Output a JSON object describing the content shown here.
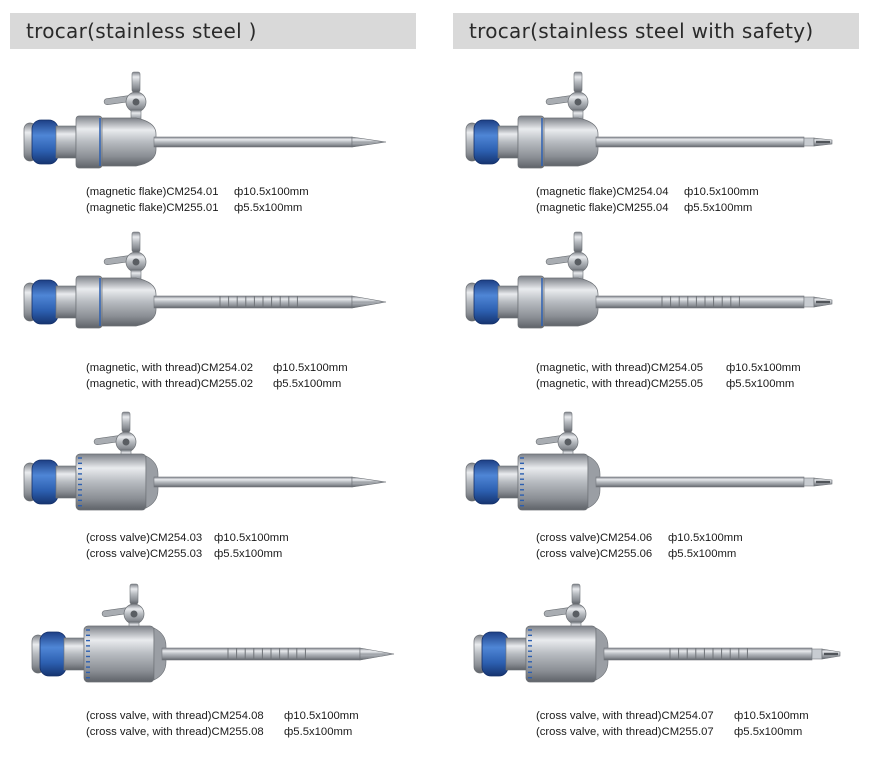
{
  "headers": {
    "left": "trocar(stainless steel )",
    "right": "trocar(stainless steel with safety)"
  },
  "colors": {
    "header_bg": "#d9d9d9",
    "seal_blue": "#2c5fb0",
    "steel": "#b8bcc1"
  },
  "left": [
    {
      "line1_name": "(magnetic flake)CM254.01",
      "line1_spec": "ф10.5x100mm",
      "line2_name": "(magnetic flake)CM255.01",
      "line2_spec": "ф5.5x100mm"
    },
    {
      "line1_name": "(magnetic, with thread)CM254.02",
      "line1_spec": "ф10.5x100mm",
      "line2_name": "(magnetic, with thread)CM255.02",
      "line2_spec": "ф5.5x100mm"
    },
    {
      "line1_name": "(cross valve)CM254.03",
      "line1_spec": "ф10.5x100mm",
      "line2_name": "(cross valve)CM255.03",
      "line2_spec": "ф5.5x100mm"
    },
    {
      "line1_name": "(cross valve, with thread)CM254.08",
      "line1_spec": "ф10.5x100mm",
      "line2_name": "(cross valve, with thread)CM255.08",
      "line2_spec": "ф5.5x100mm"
    }
  ],
  "right": [
    {
      "line1_name": "(magnetic flake)CM254.04",
      "line1_spec": "ф10.5x100mm",
      "line2_name": "(magnetic flake)CM255.04",
      "line2_spec": "ф5.5x100mm"
    },
    {
      "line1_name": "(magnetic, with thread)CM254.05",
      "line1_spec": "ф10.5x100mm",
      "line2_name": "(magnetic, with thread)CM255.05",
      "line2_spec": "ф5.5x100mm"
    },
    {
      "line1_name": "(cross valve)CM254.06",
      "line1_spec": "ф10.5x100mm",
      "line2_name": "(cross valve)CM255.06",
      "line2_spec": "ф5.5x100mm"
    },
    {
      "line1_name": "(cross valve, with thread)CM254.07",
      "line1_spec": "ф10.5x100mm",
      "line2_name": "(cross valve, with thread)CM255.07",
      "line2_spec": "ф5.5x100mm"
    }
  ]
}
